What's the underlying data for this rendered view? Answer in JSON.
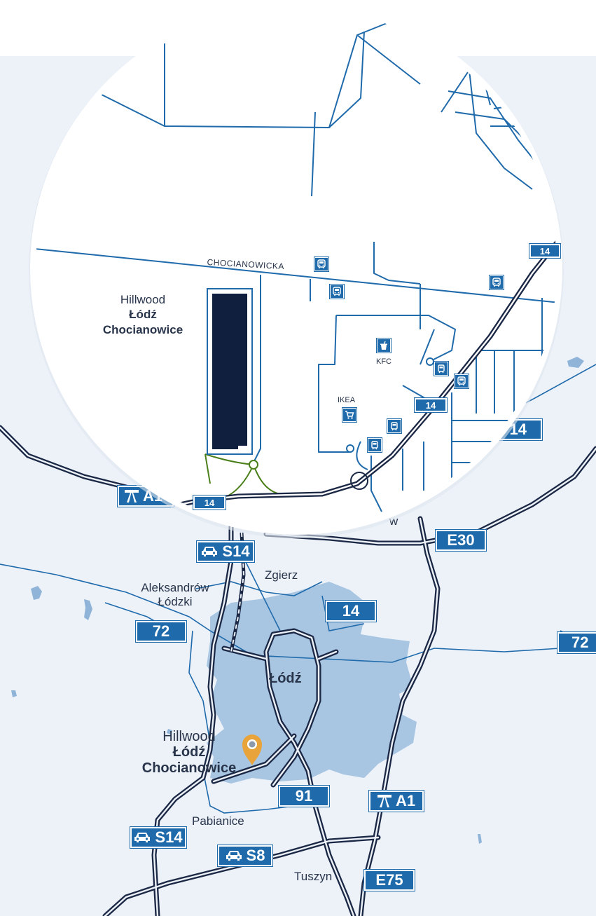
{
  "colors": {
    "background": "#edf2f9",
    "city_fill": "#a8c6e2",
    "road_dark": "#1b2845",
    "road_blue": "#1f6aab",
    "sign_blue": "#1f6aab",
    "marker": "#e8a33a",
    "building": "#0f1f3d",
    "link_green": "#4a7f1a"
  },
  "overview": {
    "cities": {
      "zgierz": "Zgierz",
      "aleksandrow_l1": "Aleksandrów",
      "aleksandrow_l2": "Łódzki",
      "lodz": "Łódź",
      "pabianice": "Pabianice",
      "tuszyn": "Tuszyn",
      "partial_label": "w"
    },
    "site": {
      "line1": "Hillwood",
      "line2": "Łódź",
      "line3": "Chocianowice"
    },
    "signs": {
      "s14_top": "S14",
      "e30": "E30",
      "r14": "14",
      "r72_left": "72",
      "r72_right": "72",
      "r91": "91",
      "a1_bottom": "A1",
      "s14_bottom": "S14",
      "s8": "S8",
      "e75": "E75",
      "a1_left": "A1",
      "r14_right": "14"
    }
  },
  "inset": {
    "site": {
      "line1": "Hillwood",
      "line2": "Łódź",
      "line3": "Chocianowice"
    },
    "street": "CHOCIANOWICKA",
    "poi_labels": {
      "kfc": "KFC",
      "ikea": "IKEA"
    },
    "signs": {
      "r14_top": "14",
      "r14_mid": "14",
      "r14_bottom": "14"
    }
  }
}
